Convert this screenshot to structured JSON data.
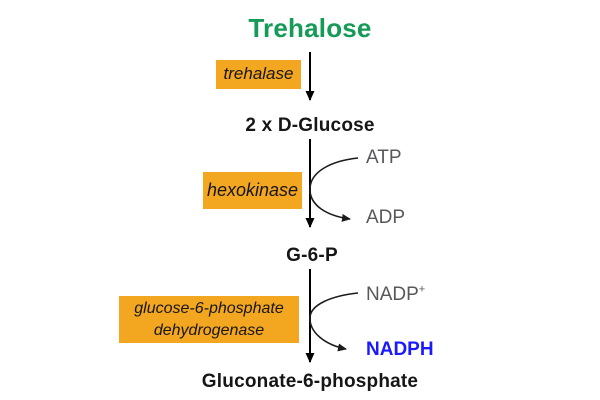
{
  "diagram": {
    "nodes": {
      "substrate": "Trehalose",
      "intermediate1": "2 x D-Glucose",
      "intermediate2": "G-6-P",
      "product": "Gluconate-6-phosphate"
    },
    "enzymes": {
      "step1": "trehalase",
      "step2": "hexokinase",
      "step3": "glucose-6-phosphate dehydrogenase"
    },
    "cofactors": {
      "step2_in": "ATP",
      "step2_out": "ADP",
      "step3_in": "NADP",
      "step3_in_superscript": "+",
      "step3_out": "NADPH"
    },
    "colors": {
      "substrate_green": "#169a57",
      "enzyme_box_orange": "#f3a61f",
      "cofactor_gray": "#57585a",
      "nadph_blue": "#1a1aff",
      "arrow_black": "#000000"
    }
  }
}
